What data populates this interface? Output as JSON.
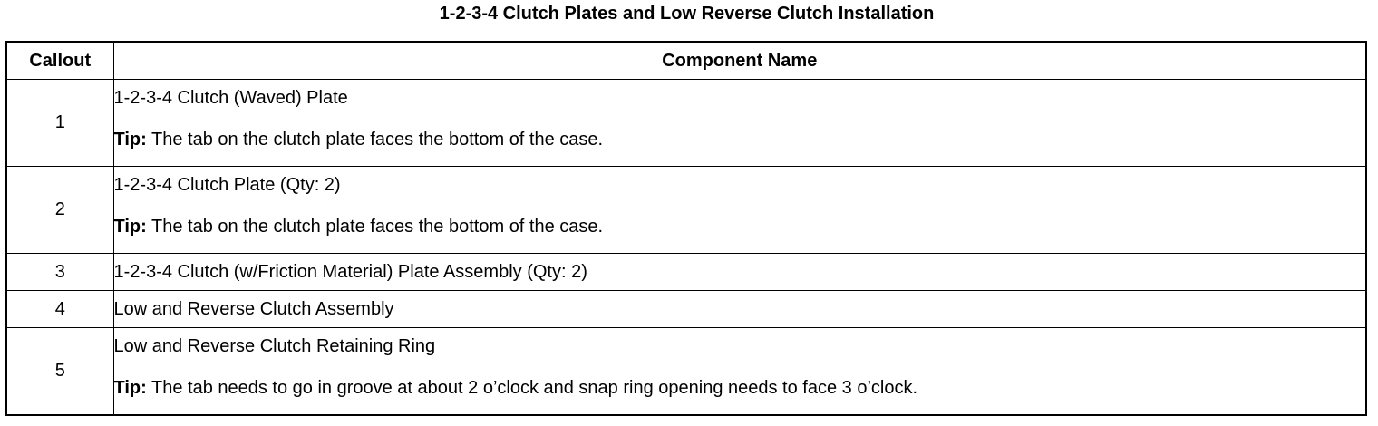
{
  "title": "1-2-3-4 Clutch Plates and Low Reverse Clutch Installation",
  "headers": {
    "callout": "Callout",
    "component": "Component Name"
  },
  "tip_label": "Tip:",
  "rows": [
    {
      "callout": "1",
      "name": "1-2-3-4 Clutch (Waved) Plate",
      "tip": "The tab on the clutch plate faces the bottom of the case."
    },
    {
      "callout": "2",
      "name": "1-2-3-4 Clutch Plate (Qty: 2)",
      "tip": "The tab on the clutch plate faces the bottom of the case."
    },
    {
      "callout": "3",
      "name": "1-2-3-4 Clutch (w/Friction Material) Plate Assembly (Qty: 2)"
    },
    {
      "callout": "4",
      "name": "Low and Reverse Clutch Assembly"
    },
    {
      "callout": "5",
      "name": "Low and Reverse Clutch Retaining Ring",
      "tip": "The tab needs to go in groove at about 2 o’clock and snap ring opening needs to face 3 o’clock."
    }
  ]
}
